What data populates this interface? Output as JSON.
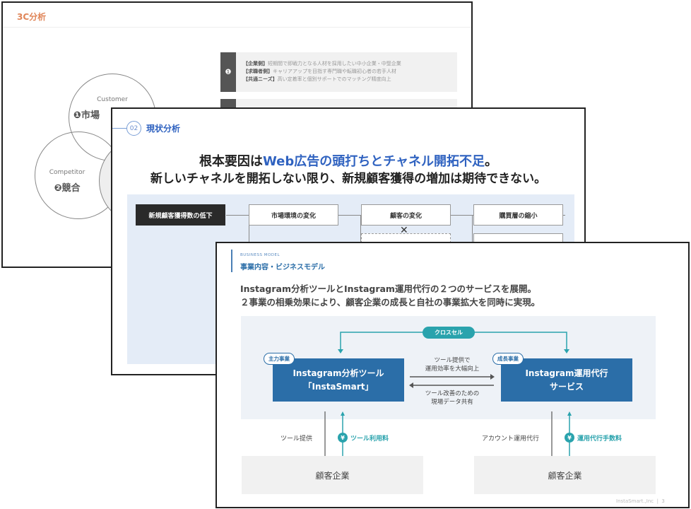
{
  "slide1": {
    "title": "3C分析",
    "circles": [
      {
        "en": "Customer",
        "ja": "❶市場"
      },
      {
        "en": "Competitor",
        "ja": "❷競合"
      }
    ],
    "items": [
      {
        "num": "❶",
        "lines": [
          {
            "label": "【企業側】",
            "text": "短期間で即戦力となる人材を採用したい中小企業・中堅企業"
          },
          {
            "label": "【求職者側】",
            "text": "キャリアアップを目指す専門職や転職初心者の若手人材"
          },
          {
            "label": "【共通ニーズ】",
            "text": "高い定着率と個別サポートでのマッチング精度向上"
          }
        ]
      }
    ]
  },
  "slide2": {
    "section_num": "02",
    "section_title": "現状分析",
    "headline_1a": "根本要因は",
    "headline_1b": "Web広告の頭打ちとチャネル開拓不足",
    "headline_1c": "。",
    "headline_2": "新しいチャネルを開拓しない限り、新規顧客獲得の増加は期待できない。",
    "boxes": [
      "新規顧客獲得数の低下",
      "市場環境の変化",
      "顧客の変化",
      "購買層の縮小"
    ],
    "cross_mark": "✕"
  },
  "slide3": {
    "eyebrow": "BUSINESS MODEL",
    "title": "事業内容・ビジネスモデル",
    "body_1": "Instagram分析ツールとInstagram運用代行の２つのサービスを展開。",
    "body_2": "２事業の相乗効果により、顧客企業の成長と自社の事業拡大を同時に実現。",
    "cross_sell": "クロスセル",
    "left": {
      "tag": "主力事業",
      "line1": "Instagram分析ツール",
      "line2": "「InstaSmart」",
      "down_label": "ツール提供",
      "fee": "ツール利用料",
      "customer": "顧客企業"
    },
    "right": {
      "tag": "成長事業",
      "line1": "Instagram運用代行",
      "line2": "サービス",
      "down_label": "アカウント運用代行",
      "fee": "運用代行手数料",
      "customer": "顧客企業"
    },
    "mid_top": [
      "ツール提供で",
      "運用効率を大幅向上"
    ],
    "mid_bottom": [
      "ツール改善のための",
      "現場データ共有"
    ],
    "yen": "¥",
    "footer_company": "InstaSmart.,Inc",
    "footer_sep": "|",
    "page_number": "3"
  },
  "colors": {
    "orange": "#e08558",
    "blue": "#2b6ea8",
    "teal": "#2aa3ad",
    "panel": "#e4ecf7"
  }
}
